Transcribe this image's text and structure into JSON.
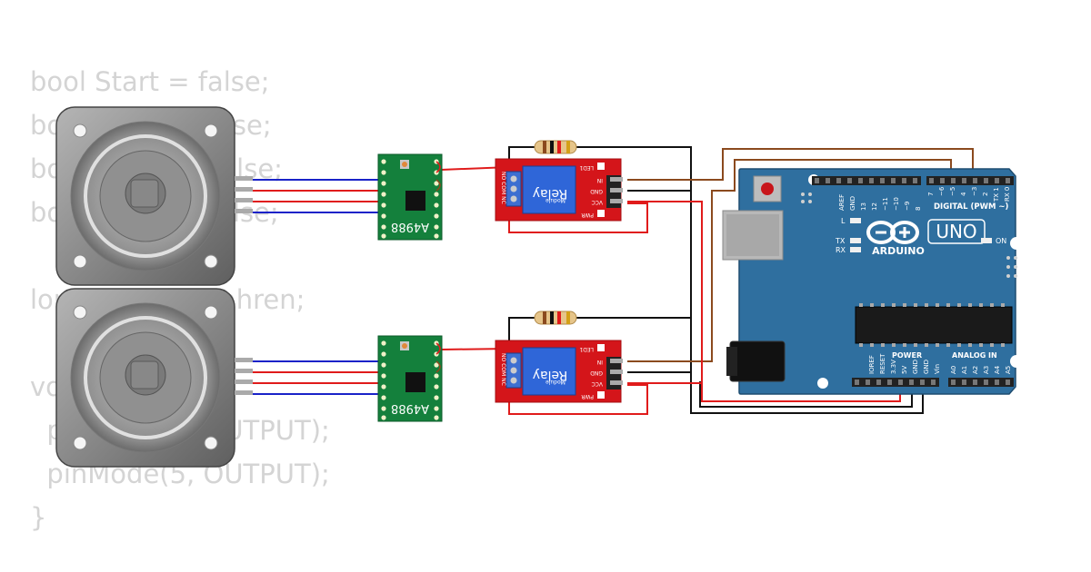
{
  "code": {
    "lines": [
      "bool Start = false;",
      "bool Ende = false;",
      "bool Pause = false;",
      "bool Reset = false;",
      "",
      "long Zeit; int Fahren;",
      "",
      "void setup() {",
      "  pinMode(4, OUTPUT);",
      "  pinMode(5, OUTPUT);",
      "}"
    ]
  },
  "drivers": {
    "label": "A4988"
  },
  "relays": {
    "label": "Relay",
    "sublabel": "Module",
    "led_label": "LED1",
    "pwr_label": "PWR",
    "pins": [
      "IN",
      "GND",
      "VCC"
    ],
    "terminals": "NO COM NC"
  },
  "arduino": {
    "brand": "ARDUINO",
    "model": "UNO",
    "digital_label": "DIGITAL (PWM ~)",
    "on_label": "ON",
    "l_label": "L",
    "tx_label": "TX",
    "rx_label": "RX",
    "power_label": "POWER",
    "analog_label": "ANALOG IN",
    "top_pins": [
      "AREF",
      "GND",
      "13",
      "12",
      "~11",
      "~10",
      "~9",
      "8",
      "7",
      "~6",
      "~5",
      "4",
      "~3",
      "2",
      "TX 1",
      "RX 0"
    ],
    "power_pins": [
      "IOREF",
      "RESET",
      "3.3V",
      "5V",
      "GND",
      "GND",
      "Vin"
    ],
    "analog_pins": [
      "A0",
      "A1",
      "A2",
      "A3",
      "A4",
      "A5"
    ]
  },
  "colors": {
    "code_text": "#d4d4d4",
    "board": "#2f6f9f",
    "relay": "#d4151a",
    "driver": "#14803c",
    "wire_red": "#e01b1b",
    "wire_blue": "#1a22c8",
    "wire_black": "#111111",
    "wire_brown": "#8b4a1e"
  }
}
